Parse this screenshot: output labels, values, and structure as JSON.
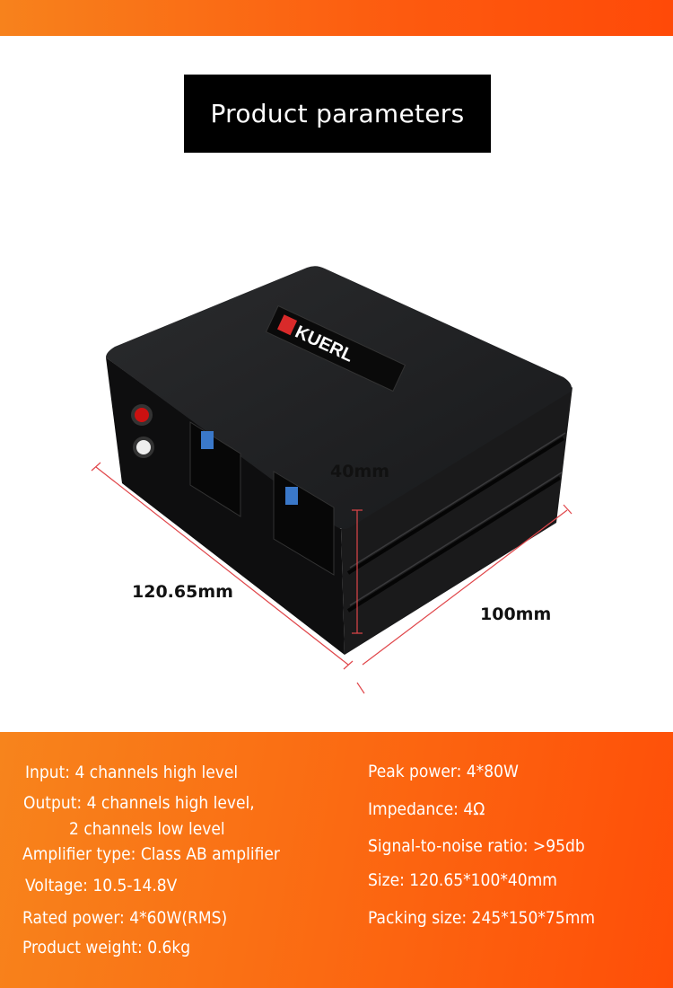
{
  "title": "Product parameters",
  "brand": "KUERL",
  "dimensions": {
    "height": "40mm",
    "length": "120.65mm",
    "width": "100mm"
  },
  "colors": {
    "accent": "#fb6a12",
    "dimension_line": "#e0464a"
  },
  "specs_left": [
    "Input: 4 channels high level",
    "Output: 4 channels high level,",
    "2 channels low level",
    "Amplifier type: Class AB amplifier",
    "Voltage: 10.5-14.8V",
    "Rated power: 4*60W(RMS)",
    "Product weight: 0.6kg"
  ],
  "specs_right": [
    "Peak power: 4*80W",
    "Impedance: 4Ω",
    "Signal-to-noise ratio: >95db",
    "Size: 120.65*100*40mm",
    "Packing size: 245*150*75mm"
  ]
}
